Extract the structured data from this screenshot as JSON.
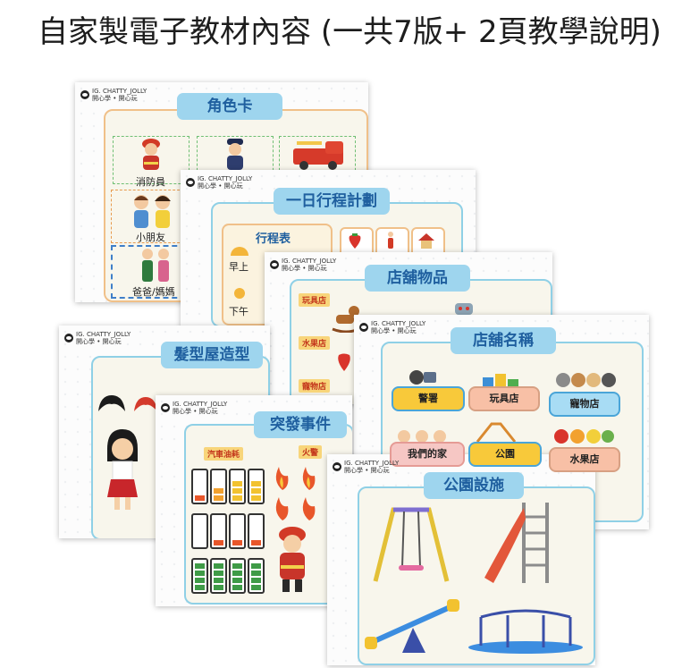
{
  "heading": "自家製電子教材內容 (一共7版+ 2頁教學說明)",
  "brand": {
    "line1": "IG. CHATTY_JOLLY",
    "line2": "開心學 • 開心玩"
  },
  "cards": {
    "role": {
      "title": "角色卡",
      "labels": [
        "消防員",
        "小朋友",
        "爸爸/媽媽"
      ]
    },
    "schedule": {
      "title": "一日行程計劃",
      "table_title": "行程表",
      "rows": [
        "早上",
        "下午"
      ]
    },
    "items": {
      "title": "店舖物品",
      "tags": [
        "玩具店",
        "水果店",
        "寵物店"
      ]
    },
    "shops": {
      "title": "店舖名稱",
      "names": [
        "警署",
        "玩具店",
        "寵物店",
        "我們的家",
        "公園",
        "水果店"
      ]
    },
    "hair": {
      "title": "髮型屋造型"
    },
    "events": {
      "title": "突發事件",
      "tags": [
        "汽車油耗",
        "火警"
      ]
    },
    "park": {
      "title": "公園設施"
    }
  },
  "colors": {
    "pill": "#9ed5ee",
    "pill_text": "#1f5f9f",
    "panel_border": "#8fd0e6",
    "tag": "#f8d57a",
    "tag_text": "#c3361b"
  }
}
